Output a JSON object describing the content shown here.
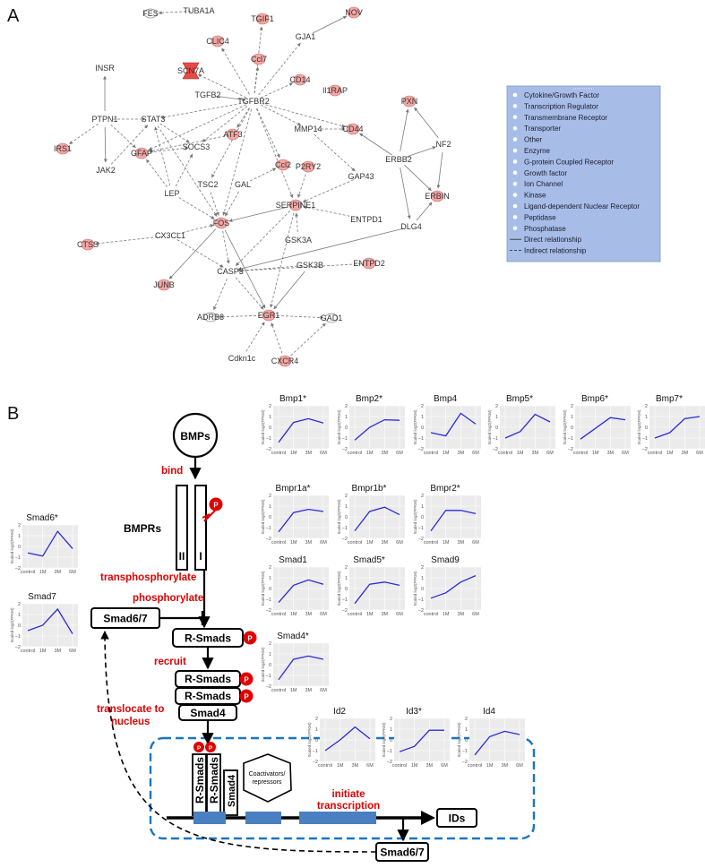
{
  "panels": {
    "a": "A",
    "b": "B"
  },
  "colors": {
    "node_fill": "#f4a7a4",
    "node_strong": "#e84a46",
    "legend_bg": "#a7bde8",
    "line": "#2a2adb",
    "accent_red": "#e00000",
    "dash_blue": "#1a75c2",
    "dna_block": "#4a7fc1"
  },
  "network": {
    "genes": [
      "FES",
      "TUBA1A",
      "TGIF1",
      "NOV",
      "CLIC4",
      "GJA1",
      "Ccl7",
      "INSR",
      "SCN7A",
      "CD14",
      "Il1RAP",
      "TGFB2",
      "TGFBR2",
      "PTPN1",
      "STAT3",
      "PXN",
      "IRS1",
      "MMP14",
      "CD44",
      "GFAP",
      "ATF3",
      "SOCS3",
      "NF2",
      "JAK2",
      "Ccl2",
      "P2RY2",
      "ERBB2",
      "GAP43",
      "LEP",
      "TSC2",
      "GAL",
      "SERPINE1",
      "FOS",
      "ENTPD1",
      "ERBIN",
      "CX3CL1",
      "DLG4",
      "GSK3A",
      "CTSS",
      "ENTPD2",
      "CASP3",
      "GSK3B",
      "JUNB",
      "ADRB3",
      "EGR1",
      "GAD1",
      "Cdkn1c",
      "CXCR4"
    ]
  },
  "legend": {
    "items": [
      "Cytokine/Growth Factor",
      "Transcription Regulator",
      "Transmembrane Receptor",
      "Transporter",
      "Other",
      "Enzyme",
      "G-protein Coupled Receptor",
      "Growth factor",
      "Ion Channel",
      "Kinase",
      "Ligand-dependent Nuclear Receptor",
      "Peptidase",
      "Phosphatase",
      "Direct relationship",
      "Indirect relationship"
    ]
  },
  "pathway": {
    "bmps": "BMPs",
    "bind": "bind",
    "bmprs": "BMPRs",
    "receptor_ii": "II",
    "receptor_i": "I",
    "p": "P",
    "transphosphorylate": "transphosphorylate",
    "phosphorylate": "phosphorylate",
    "smad67": "Smad6/7",
    "rsmads": "R-Smads",
    "recruit": "recruit",
    "smad4": "Smad4",
    "translocate1": "translocate to",
    "translocate2": "nucleus",
    "coact1": "Coactivators/",
    "coact2": "repressors",
    "initiate": "initiate",
    "transcription": "transcription",
    "ids": "IDs"
  },
  "chart_data": [
    {
      "type": "line",
      "title": "Bmp1*",
      "categories": [
        "control",
        "1M",
        "3M",
        "6M"
      ],
      "values": [
        -1.4,
        0.45,
        0.8,
        0.4
      ],
      "ylim": [
        -2,
        2
      ],
      "ylabel": "Scaled log2(FPKM)"
    },
    {
      "type": "line",
      "title": "Bmp2*",
      "categories": [
        "control",
        "1M",
        "3M",
        "6M"
      ],
      "values": [
        -1.2,
        0.0,
        0.7,
        0.65
      ],
      "ylim": [
        -2,
        2
      ],
      "ylabel": "Scaled log2(FPKM)"
    },
    {
      "type": "line",
      "title": "Bmp4",
      "categories": [
        "control",
        "1M",
        "3M",
        "6M"
      ],
      "values": [
        -0.5,
        -0.8,
        1.3,
        0.3
      ],
      "ylim": [
        -2,
        2
      ],
      "ylabel": "Scaled log2(FPKM)"
    },
    {
      "type": "line",
      "title": "Bmp5*",
      "categories": [
        "control",
        "1M",
        "3M",
        "6M"
      ],
      "values": [
        -1.0,
        -0.4,
        1.2,
        0.5
      ],
      "ylim": [
        -2,
        2
      ],
      "ylabel": "Scaled log2(FPKM)"
    },
    {
      "type": "line",
      "title": "Bmp6*",
      "categories": [
        "control",
        "1M",
        "3M",
        "6M"
      ],
      "values": [
        -1.1,
        -0.1,
        0.9,
        0.7
      ],
      "ylim": [
        -2,
        2
      ],
      "ylabel": "Scaled log2(FPKM)"
    },
    {
      "type": "line",
      "title": "Bmp7*",
      "categories": [
        "control",
        "1M",
        "3M",
        "6M"
      ],
      "values": [
        -1.0,
        -0.5,
        0.8,
        1.0
      ],
      "ylim": [
        -2,
        2
      ],
      "ylabel": "Scaled log2(FPKM)"
    },
    {
      "type": "line",
      "title": "Bmpr1a*",
      "categories": [
        "control",
        "1M",
        "3M",
        "6M"
      ],
      "values": [
        -1.4,
        0.4,
        0.7,
        0.5
      ],
      "ylim": [
        -2,
        2
      ],
      "ylabel": "Scaled log2(FPKM)"
    },
    {
      "type": "line",
      "title": "Bmpr1b*",
      "categories": [
        "control",
        "1M",
        "3M",
        "6M"
      ],
      "values": [
        -1.3,
        0.5,
        0.9,
        0.2
      ],
      "ylim": [
        -2,
        2
      ],
      "ylabel": "Scaled log2(FPKM)"
    },
    {
      "type": "line",
      "title": "Bmpr2*",
      "categories": [
        "control",
        "1M",
        "3M",
        "6M"
      ],
      "values": [
        -1.3,
        0.6,
        0.6,
        0.3
      ],
      "ylim": [
        -2,
        2
      ],
      "ylabel": "Scaled log2(FPKM)"
    },
    {
      "type": "line",
      "title": "Smad1",
      "categories": [
        "control",
        "1M",
        "3M",
        "6M"
      ],
      "values": [
        -1.3,
        0.3,
        0.8,
        0.4
      ],
      "ylim": [
        -2,
        2
      ],
      "ylabel": "Scaled log2(FPKM)"
    },
    {
      "type": "line",
      "title": "Smad5*",
      "categories": [
        "control",
        "1M",
        "3M",
        "6M"
      ],
      "values": [
        -1.4,
        0.4,
        0.6,
        0.3
      ],
      "ylim": [
        -2,
        2
      ],
      "ylabel": "Scaled log2(FPKM)"
    },
    {
      "type": "line",
      "title": "Smad9",
      "categories": [
        "control",
        "1M",
        "3M",
        "6M"
      ],
      "values": [
        -0.9,
        -0.4,
        0.6,
        1.2
      ],
      "ylim": [
        -2,
        2
      ],
      "ylabel": "Scaled log2(FPKM)"
    },
    {
      "type": "line",
      "title": "Smad4*",
      "categories": [
        "control",
        "1M",
        "3M",
        "6M"
      ],
      "values": [
        -1.4,
        0.5,
        0.8,
        0.5
      ],
      "ylim": [
        -2,
        2
      ],
      "ylabel": "Scaled log2(FPKM)"
    },
    {
      "type": "line",
      "title": "Id2",
      "categories": [
        "control",
        "1M",
        "3M",
        "6M"
      ],
      "values": [
        -1.0,
        0.0,
        1.2,
        0.1
      ],
      "ylim": [
        -2,
        2
      ],
      "ylabel": "Scaled log2(FPKM)"
    },
    {
      "type": "line",
      "title": "Id3*",
      "categories": [
        "control",
        "1M",
        "3M",
        "6M"
      ],
      "values": [
        -1.1,
        -0.6,
        0.9,
        0.9
      ],
      "ylim": [
        -2,
        2
      ],
      "ylabel": "Scaled log2(FPKM)"
    },
    {
      "type": "line",
      "title": "Id4",
      "categories": [
        "control",
        "1M",
        "3M",
        "6M"
      ],
      "values": [
        -1.4,
        0.3,
        0.8,
        0.5
      ],
      "ylim": [
        -2,
        2
      ],
      "ylabel": "Scaled log2(FPKM)"
    },
    {
      "type": "line",
      "title": "Smad6*",
      "categories": [
        "control",
        "1M",
        "3M",
        "6M"
      ],
      "values": [
        -0.6,
        -0.9,
        1.4,
        -0.2
      ],
      "ylim": [
        -2,
        2
      ],
      "ylabel": "Scaled log2(FPKM)"
    },
    {
      "type": "line",
      "title": "Smad7",
      "categories": [
        "control",
        "1M",
        "3M",
        "6M"
      ],
      "values": [
        -0.5,
        0.0,
        1.5,
        -0.8
      ],
      "ylim": [
        -2,
        2
      ],
      "ylabel": "Scaled log2(FPKM)"
    }
  ]
}
